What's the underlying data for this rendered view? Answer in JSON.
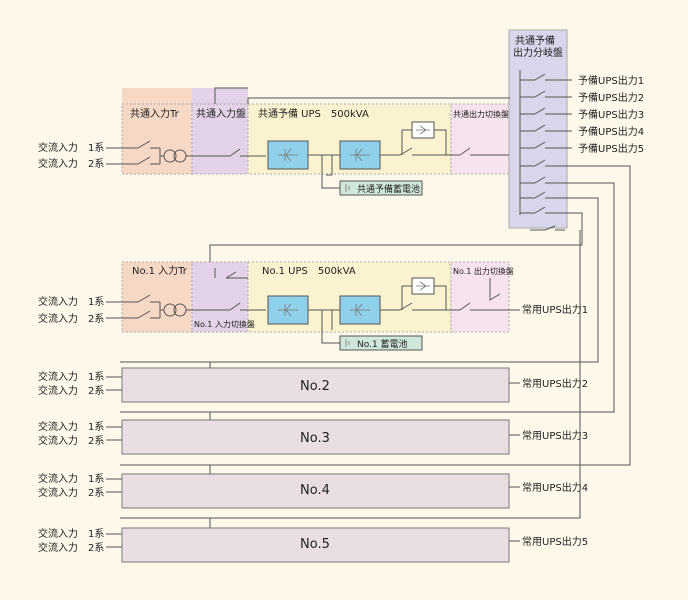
{
  "common": {
    "input_tr": "共通入力Tr",
    "input_panel": "共通入力盤",
    "ups": "共通予備 UPS　500kVA",
    "output_switch": "共通出力切換盤",
    "battery": "共通予備蓄電池",
    "branch_panel_line1": "共通予備",
    "branch_panel_line2": "出力分岐盤"
  },
  "ac_line1": "交流入力　1系",
  "ac_line2": "交流入力　2系",
  "reserve_outputs": [
    "予備UPS出力1",
    "予備UPS出力2",
    "予備UPS出力3",
    "予備UPS出力4",
    "予備UPS出力5"
  ],
  "no1": {
    "input_tr": "No.1 入力Tr",
    "ups": "No.1 UPS　500kVA",
    "output_switch": "No.1 出力切換盤",
    "input_switch": "No.1 入力切換盤",
    "battery": "No.1 蓄電池",
    "output": "常用UPS出力1"
  },
  "units": [
    {
      "name": "No.2",
      "output": "常用UPS出力2"
    },
    {
      "name": "No.3",
      "output": "常用UPS出力3"
    },
    {
      "name": "No.4",
      "output": "常用UPS出力4"
    },
    {
      "name": "No.5",
      "output": "常用UPS出力5"
    }
  ],
  "colors": {
    "tr_fill": "#f6d8c6",
    "input_fill": "#e4d2e9",
    "ups_fill": "#fbf3cf",
    "out_fill": "#f7e3ee",
    "branch_fill": "#d9d5ea",
    "unit_fill": "#e9dfe3",
    "converter_fill": "#8fd0ea",
    "battery_fill": "#cfe8d9"
  }
}
